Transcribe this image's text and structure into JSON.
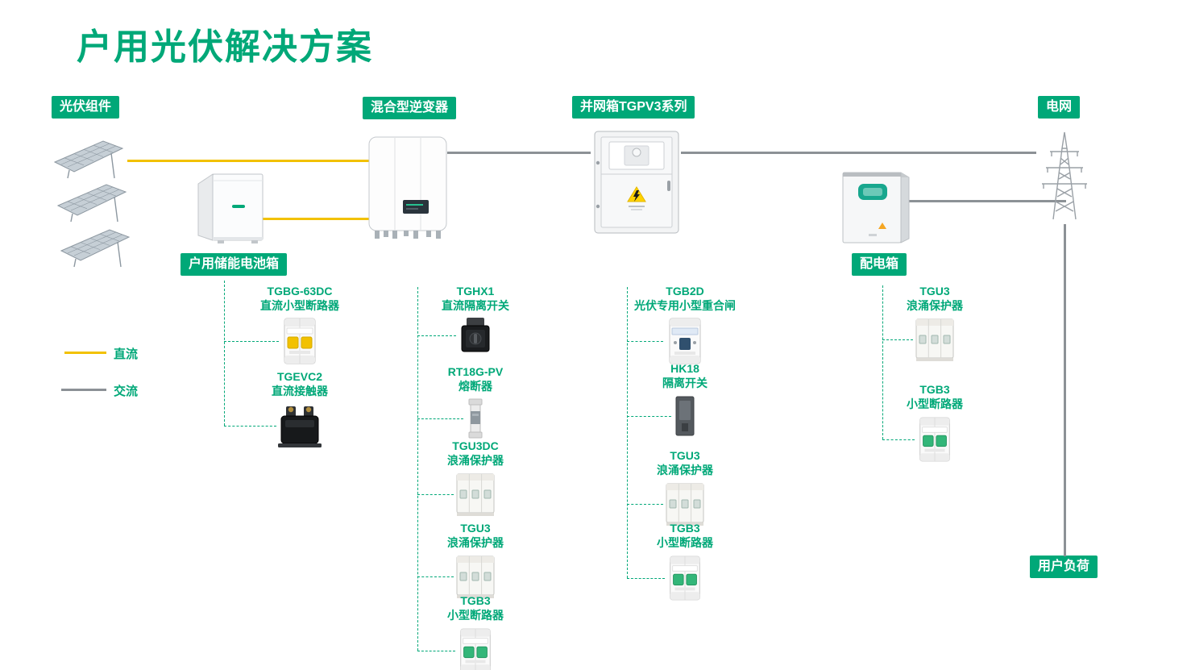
{
  "title": "户用光伏解决方案",
  "badges": {
    "pv": "光伏组件",
    "inverter": "混合型逆变器",
    "gridbox": "并网箱TGPV3系列",
    "grid": "电网",
    "battery": "户用储能电池箱",
    "distribution": "配电箱",
    "load": "用户负荷"
  },
  "legend": {
    "dc": "直流",
    "ac": "交流"
  },
  "groups": {
    "battery": {
      "items": [
        {
          "model": "TGBG-63DC",
          "desc": "直流小型断路器"
        },
        {
          "model": "TGEVC2",
          "desc": "直流接触器"
        }
      ]
    },
    "inverter": {
      "items": [
        {
          "model": "TGHX1",
          "desc": "直流隔离开关"
        },
        {
          "model": "RT18G-PV",
          "desc": "熔断器"
        },
        {
          "model": "TGU3DC",
          "desc": "浪涌保护器"
        },
        {
          "model": "TGU3",
          "desc": "浪涌保护器"
        },
        {
          "model": "TGB3",
          "desc": "小型断路器"
        }
      ]
    },
    "gridbox": {
      "items": [
        {
          "model": "TGB2D",
          "desc": "光伏专用小型重合闸"
        },
        {
          "model": "HK18",
          "desc": "隔离开关"
        },
        {
          "model": "TGU3",
          "desc": "浪涌保护器"
        },
        {
          "model": "TGB3",
          "desc": "小型断路器"
        }
      ]
    },
    "distribution": {
      "items": [
        {
          "model": "TGU3",
          "desc": "浪涌保护器"
        },
        {
          "model": "TGB3",
          "desc": "小型断路器"
        }
      ]
    }
  },
  "colors": {
    "brand_green": "#00A878",
    "dc_yellow": "#F2C100",
    "ac_gray": "#8C9196"
  }
}
